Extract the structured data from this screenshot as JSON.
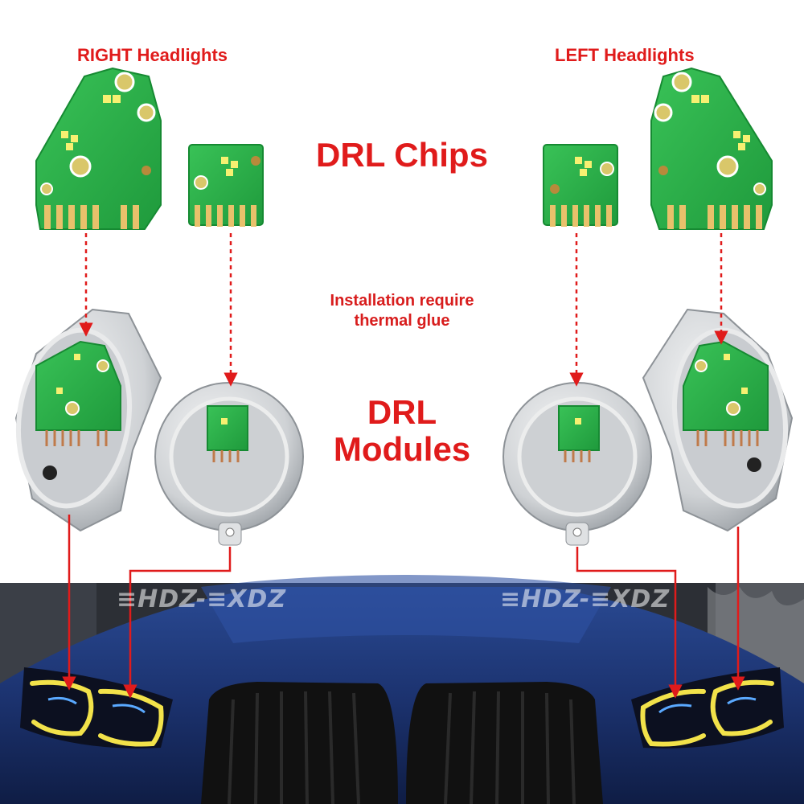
{
  "labels": {
    "right_headlights": "RIGHT Headlights",
    "left_headlights": "LEFT Headlights",
    "drl_chips": "DRL Chips",
    "installation_note_line1": "Installation require",
    "installation_note_line2": "thermal glue",
    "drl_line1": "DRL",
    "drl_line2": "Modules"
  },
  "watermarks": [
    "≡HDZ-≡XDZ",
    "≡HDZ-≡XDZ"
  ],
  "colors": {
    "accent_red": "#e01b1b",
    "pcb_green": "#2fb34a",
    "car_blue": "#1f3a7a",
    "drl_yellow": "#f2e24a",
    "housing_silver": "#d8dadc"
  }
}
